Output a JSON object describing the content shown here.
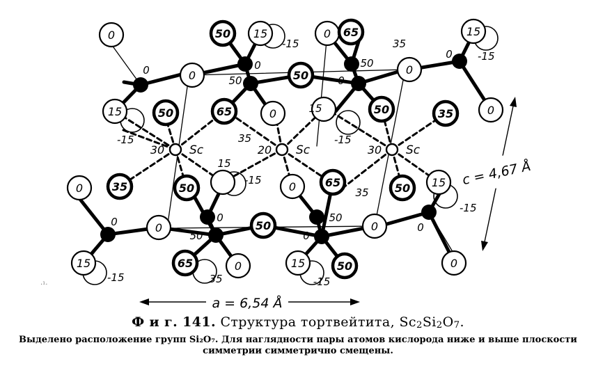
{
  "figure": {
    "label": "Ф и г. 141.",
    "title_text": "Структура тортвейтита,",
    "formula": {
      "base1": "Sc",
      "n1": "2",
      "base2": "Si",
      "n2": "2",
      "base3": "O",
      "n3": "7"
    },
    "description": "Выделено расположение групп Si₂O₇. Для наглядности пары атомов кислорода ниже и выше плоскости симметрии симметрично смещены."
  },
  "axes": {
    "a_label": "a = 6,54 Å",
    "c_label": "c = 4,67 Å"
  },
  "atom_labels": {
    "sc": "Sc",
    "z0": "0",
    "z15": "15",
    "zm15": "-15",
    "z20": "20",
    "z30": "30",
    "z35": "35",
    "z50": "50",
    "z65": "65"
  },
  "colors": {
    "ink": "#000000",
    "paper": "#ffffff"
  }
}
